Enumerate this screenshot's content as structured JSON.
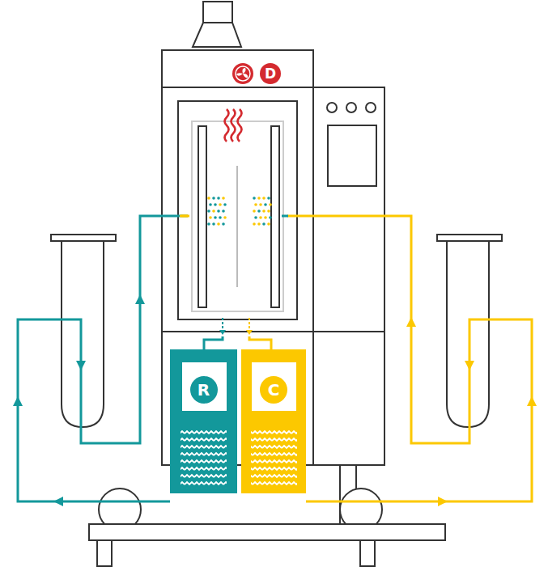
{
  "diagram": {
    "nodes": [
      {
        "text": [
          "D"
        ]
      },
      {
        "text": [
          "R"
        ]
      },
      {
        "text": [
          "C"
        ]
      }
    ]
  }
}
